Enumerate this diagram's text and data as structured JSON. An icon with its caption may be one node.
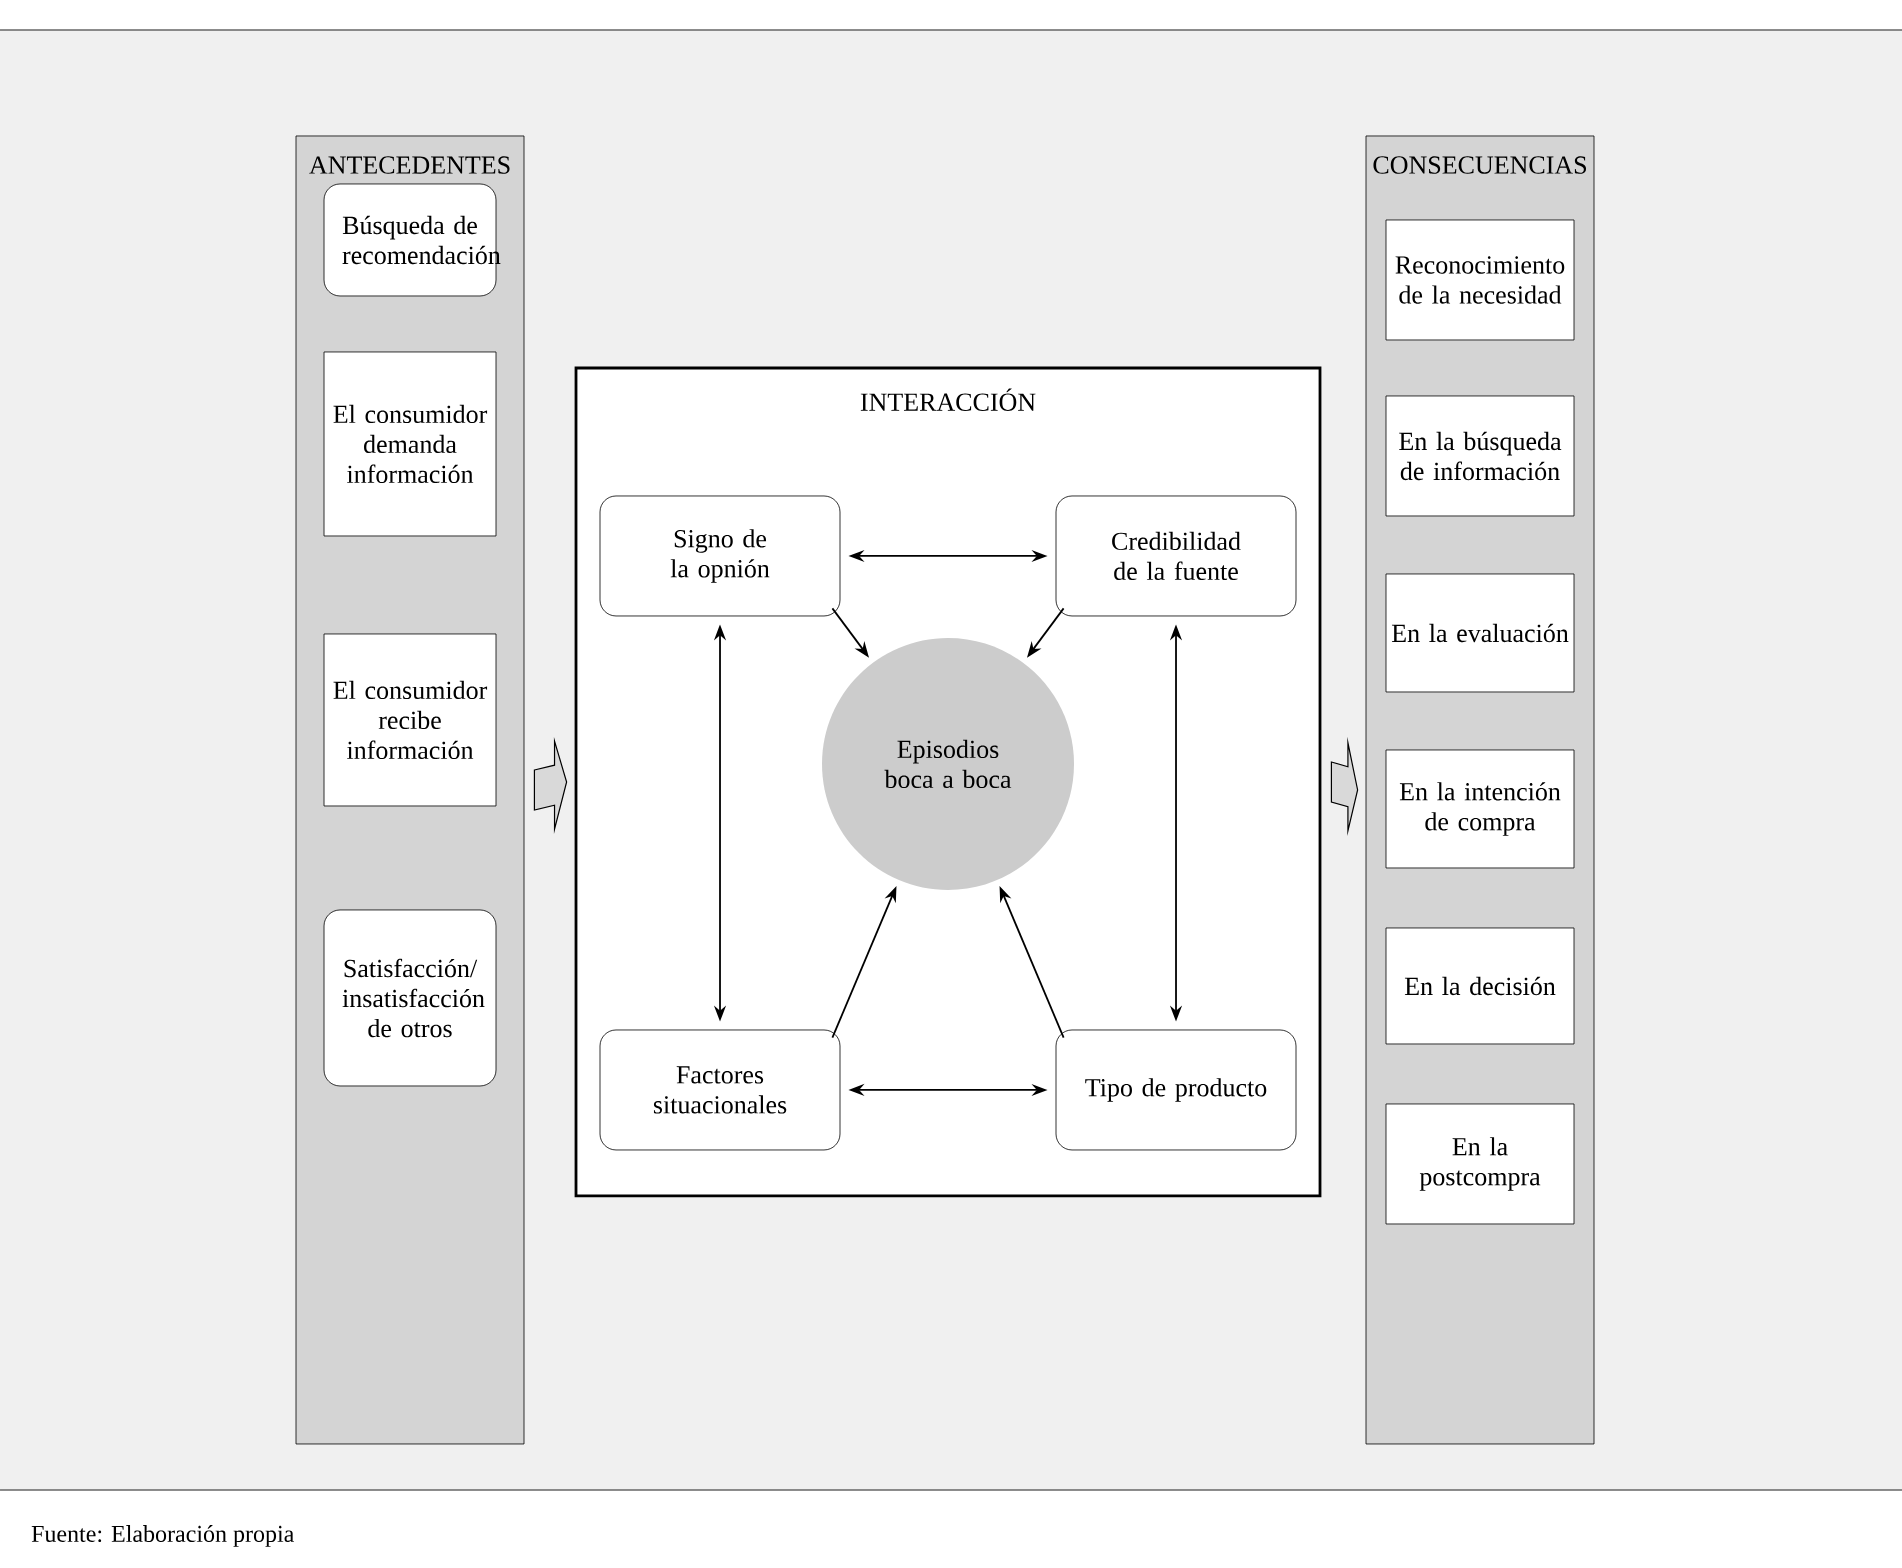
{
  "diagram": {
    "caption": "Fuente: Elaboración propia",
    "nodes": [
      {
        "text": [
          "ANTECEDENTES"
        ]
      },
      {
        "text": [
          "Búsqueda de recomendación"
        ],
        "in": 0
      },
      {
        "text": [
          "El consumidor demanda información"
        ],
        "in": 0
      },
      {
        "text": [
          "El consumidor recibe información"
        ],
        "in": 0
      },
      {
        "text": [
          "Satisfacción/ insatisfacción de otros"
        ],
        "in": 0
      },
      {
        "text": [
          "INTERACCIÓN"
        ]
      },
      {
        "text": [
          "Signo de la opnión"
        ],
        "in": 5
      },
      {
        "text": [
          "Credibilidad de la fuente"
        ],
        "in": 5
      },
      {
        "text": [
          "Episodios boca a boca"
        ],
        "in": 5
      },
      {
        "text": [
          "Factores situacionales"
        ],
        "in": 5
      },
      {
        "text": [
          "Tipo de producto"
        ],
        "in": 5
      },
      {
        "text": [
          "CONSECUENCIAS"
        ]
      },
      {
        "text": [
          "Reconocimiento de la necesidad"
        ],
        "in": 11
      },
      {
        "text": [
          "En la búsqueda de información"
        ],
        "in": 11
      },
      {
        "text": [
          "En la evaluación"
        ],
        "in": 11
      },
      {
        "text": [
          "En la intención de compra"
        ],
        "in": 11
      },
      {
        "text": [
          "En la decisión"
        ],
        "in": 11
      },
      {
        "text": [
          "En la postcompra"
        ],
        "in": 11
      }
    ],
    "edges": [
      {
        "from": 0,
        "to": 5,
        "arrow": "to",
        "style": "thick"
      },
      {
        "from": 5,
        "to": 11,
        "arrow": "to",
        "style": "thick"
      },
      {
        "from": 6,
        "to": 7,
        "arrow": "both"
      },
      {
        "from": 6,
        "to": 9,
        "arrow": "both"
      },
      {
        "from": 7,
        "to": 10,
        "arrow": "both"
      },
      {
        "from": 9,
        "to": 10,
        "arrow": "both"
      },
      {
        "from": 6,
        "to": 8,
        "arrow": "to"
      },
      {
        "from": 7,
        "to": 8,
        "arrow": "to"
      },
      {
        "from": 9,
        "to": 8,
        "arrow": "to"
      },
      {
        "from": 10,
        "to": 8,
        "arrow": "to"
      }
    ]
  }
}
